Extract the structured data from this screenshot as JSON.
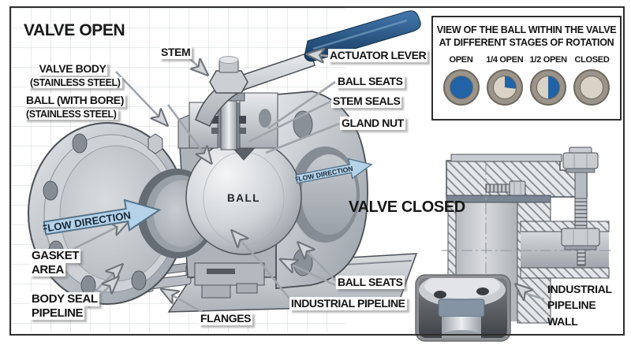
{
  "main_diagram": {
    "title": "VALVE OPEN",
    "closed_title": "VALVE CLOSED",
    "ball_text": "BALL",
    "flow_arrow_left": "FLOW DIRECTION",
    "flow_arrow_right": "FLOW DIRECTION",
    "callouts": {
      "stem": "STEM",
      "valve_body_line1": "VALVE BODY",
      "valve_body_line2": "(STAINLESS STEEL)",
      "ball_bore_line1": "BALL (WITH BORE)",
      "ball_bore_line2": "(STAINLESS STEEL)",
      "actuator_lever": "ACTUATOR LEVER",
      "ball_seats_top": "BALL SEATS",
      "stem_seals": "STEM SEALS",
      "gland_nut": "GLAND NUT",
      "gasket_area_line1": "GASKET",
      "gasket_area_line2": "AREA",
      "body_seal_line1": "BODY SEAL",
      "body_seal_line2": "PIPELINE",
      "flanges": "FLANGES",
      "industrial_pipeline": "INDUSTRIAL PIPELINE",
      "ball_seats_bottom": "BALL SEATS"
    }
  },
  "rotation_panel": {
    "title_line1": "VIEW OF THE BALL WITHIN THE VALVE",
    "title_line2": "AT DIFFERENT STAGES OF ROTATION",
    "stages": [
      {
        "label": "OPEN",
        "state": "open"
      },
      {
        "label": "1/4 OPEN",
        "state": "quarter-open"
      },
      {
        "label": "1/2 OPEN",
        "state": "half-open"
      },
      {
        "label": "CLOSED",
        "state": "closed"
      }
    ]
  },
  "wall_diagram": {
    "label_line1": "INDUSTRIAL",
    "label_line2": "PIPELINE",
    "label_line3": "WALL"
  },
  "colors": {
    "frame_border": "#2e2e2e",
    "ball_open_blue": "#2263a7",
    "ball_closed_tan": "#d9d2c5",
    "stage_ring_gray": "#9b948a",
    "lever_grip_blue": "#2a5a8c",
    "flow_arrow_fill": "#b5d2e8",
    "flow_arrow_border": "#54748c",
    "metal_light": "#e6e8ea",
    "metal_dark": "#6d737a",
    "label_text": "#141414"
  }
}
